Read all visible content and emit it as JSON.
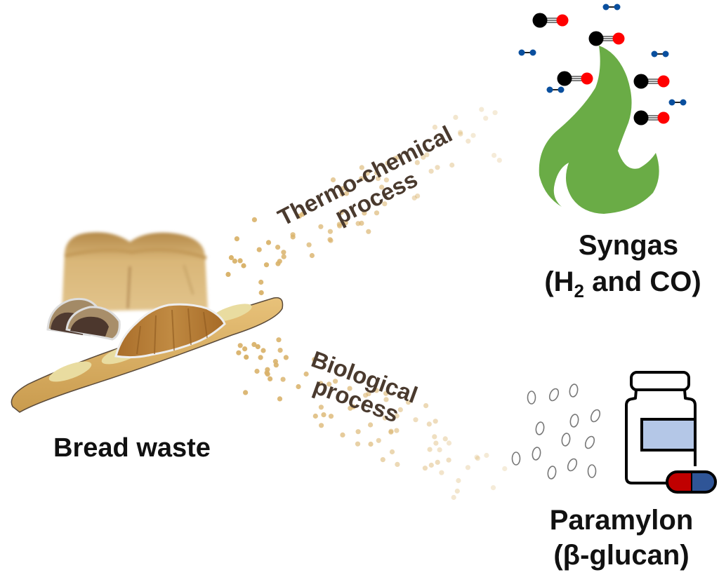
{
  "figure": {
    "source": {
      "label": "Bread waste",
      "items": [
        "loaf-bread",
        "bean-paste-buns",
        "croissant",
        "baguette"
      ]
    },
    "processes": [
      {
        "id": "thermo",
        "line1": "Thermo-chemical",
        "line2": "process",
        "target": "syngas"
      },
      {
        "id": "bio",
        "line1": "Biological",
        "line2": "process",
        "target": "paramylon"
      }
    ],
    "products": {
      "syngas": {
        "title": "Syngas",
        "subtitle_prefix": "(H",
        "subtitle_sub": "2",
        "subtitle_suffix": " and CO)",
        "icon": "flame-icon"
      },
      "paramylon": {
        "title": "Paramylon",
        "subtitle": "(β-glucan)",
        "icon": "supplement-bottle-icon"
      }
    },
    "molecules": {
      "co_count": 5,
      "h2_count": 5
    },
    "colors": {
      "flame": "#6aac46",
      "carbon": "#000000",
      "oxygen": "#ff0000",
      "hydrogen": "#0a4f9e",
      "particle": "#d9b26a",
      "process_text": "#4a3a2e",
      "label_blue": "#b4c7e7",
      "capsule_red": "#c00000",
      "capsule_blue": "#2f5597"
    }
  }
}
